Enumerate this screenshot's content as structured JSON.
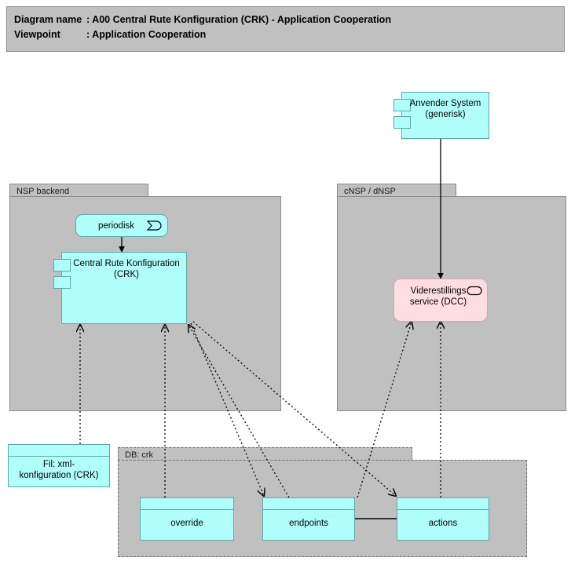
{
  "header": {
    "line1_label": "Diagram name",
    "line1_value": ": A00 Central Rute Konfiguration (CRK) - Application Cooperation",
    "line2_label": "Viewpoint",
    "line2_value": ": Application Cooperation"
  },
  "groups": [
    {
      "id": "nsp-backend",
      "label": "NSP backend",
      "style": "solid"
    },
    {
      "id": "cnsp-dnsp",
      "label": "cNSP / dNSP",
      "style": "solid"
    },
    {
      "id": "db-crk",
      "label": "DB: crk",
      "style": "dashed"
    }
  ],
  "nodes": [
    {
      "id": "anvender-system",
      "label": "Anvender System\n(generisk)",
      "type": "application-component",
      "color": "#b0fffb",
      "group": null
    },
    {
      "id": "periodisk",
      "label": "periodisk",
      "type": "application-event",
      "icon": "event-icon",
      "color": "#b0fffb",
      "group": "nsp-backend"
    },
    {
      "id": "central-rute-konfiguration",
      "label": "Central Rute Konfiguration\n(CRK)",
      "type": "application-component",
      "color": "#b0fffb",
      "group": "nsp-backend"
    },
    {
      "id": "viderestillings-service",
      "label": "Viderestillings\nservice (DCC)",
      "type": "application-service",
      "icon": "service-icon",
      "color": "#ffdde0",
      "group": "cnsp-dnsp"
    },
    {
      "id": "fil-xml-konfiguration",
      "label": "Fil: xml-\nkonfiguration (CRK)",
      "type": "data-object",
      "color": "#b0fffb",
      "group": null
    },
    {
      "id": "override",
      "label": "override",
      "type": "data-object",
      "color": "#b0fffb",
      "group": "db-crk"
    },
    {
      "id": "endpoints",
      "label": "endpoints",
      "type": "data-object",
      "color": "#b0fffb",
      "group": "db-crk"
    },
    {
      "id": "actions",
      "label": "actions",
      "type": "data-object",
      "color": "#b0fffb",
      "group": "db-crk"
    }
  ],
  "connections": [
    {
      "from": "anvender-system",
      "to": "viderestillings-service",
      "style": "solid-arrow"
    },
    {
      "from": "periodisk",
      "to": "central-rute-konfiguration",
      "style": "solid-arrow"
    },
    {
      "from": "fil-xml-konfiguration",
      "to": "central-rute-konfiguration",
      "style": "dotted-arrow"
    },
    {
      "from": "override",
      "to": "central-rute-konfiguration",
      "style": "dotted-arrow"
    },
    {
      "from": "endpoints",
      "to": "central-rute-konfiguration",
      "style": "dotted-arrow"
    },
    {
      "from": "central-rute-konfiguration",
      "to": "endpoints",
      "style": "dotted-arrow"
    },
    {
      "from": "central-rute-konfiguration",
      "to": "actions",
      "style": "dotted-arrow"
    },
    {
      "from": "endpoints",
      "to": "viderestillings-service",
      "style": "dotted-arrow"
    },
    {
      "from": "actions",
      "to": "viderestillings-service",
      "style": "dotted-arrow"
    },
    {
      "from": "endpoints",
      "to": "actions",
      "style": "solid-line"
    }
  ],
  "colors": {
    "cyan": "#b0fffb",
    "pink": "#ffdde0",
    "group_gray": "#c0c0c0",
    "border_gray": "#8a8a8a",
    "node_border": "#5aa8a8",
    "background": "#ffffff"
  }
}
